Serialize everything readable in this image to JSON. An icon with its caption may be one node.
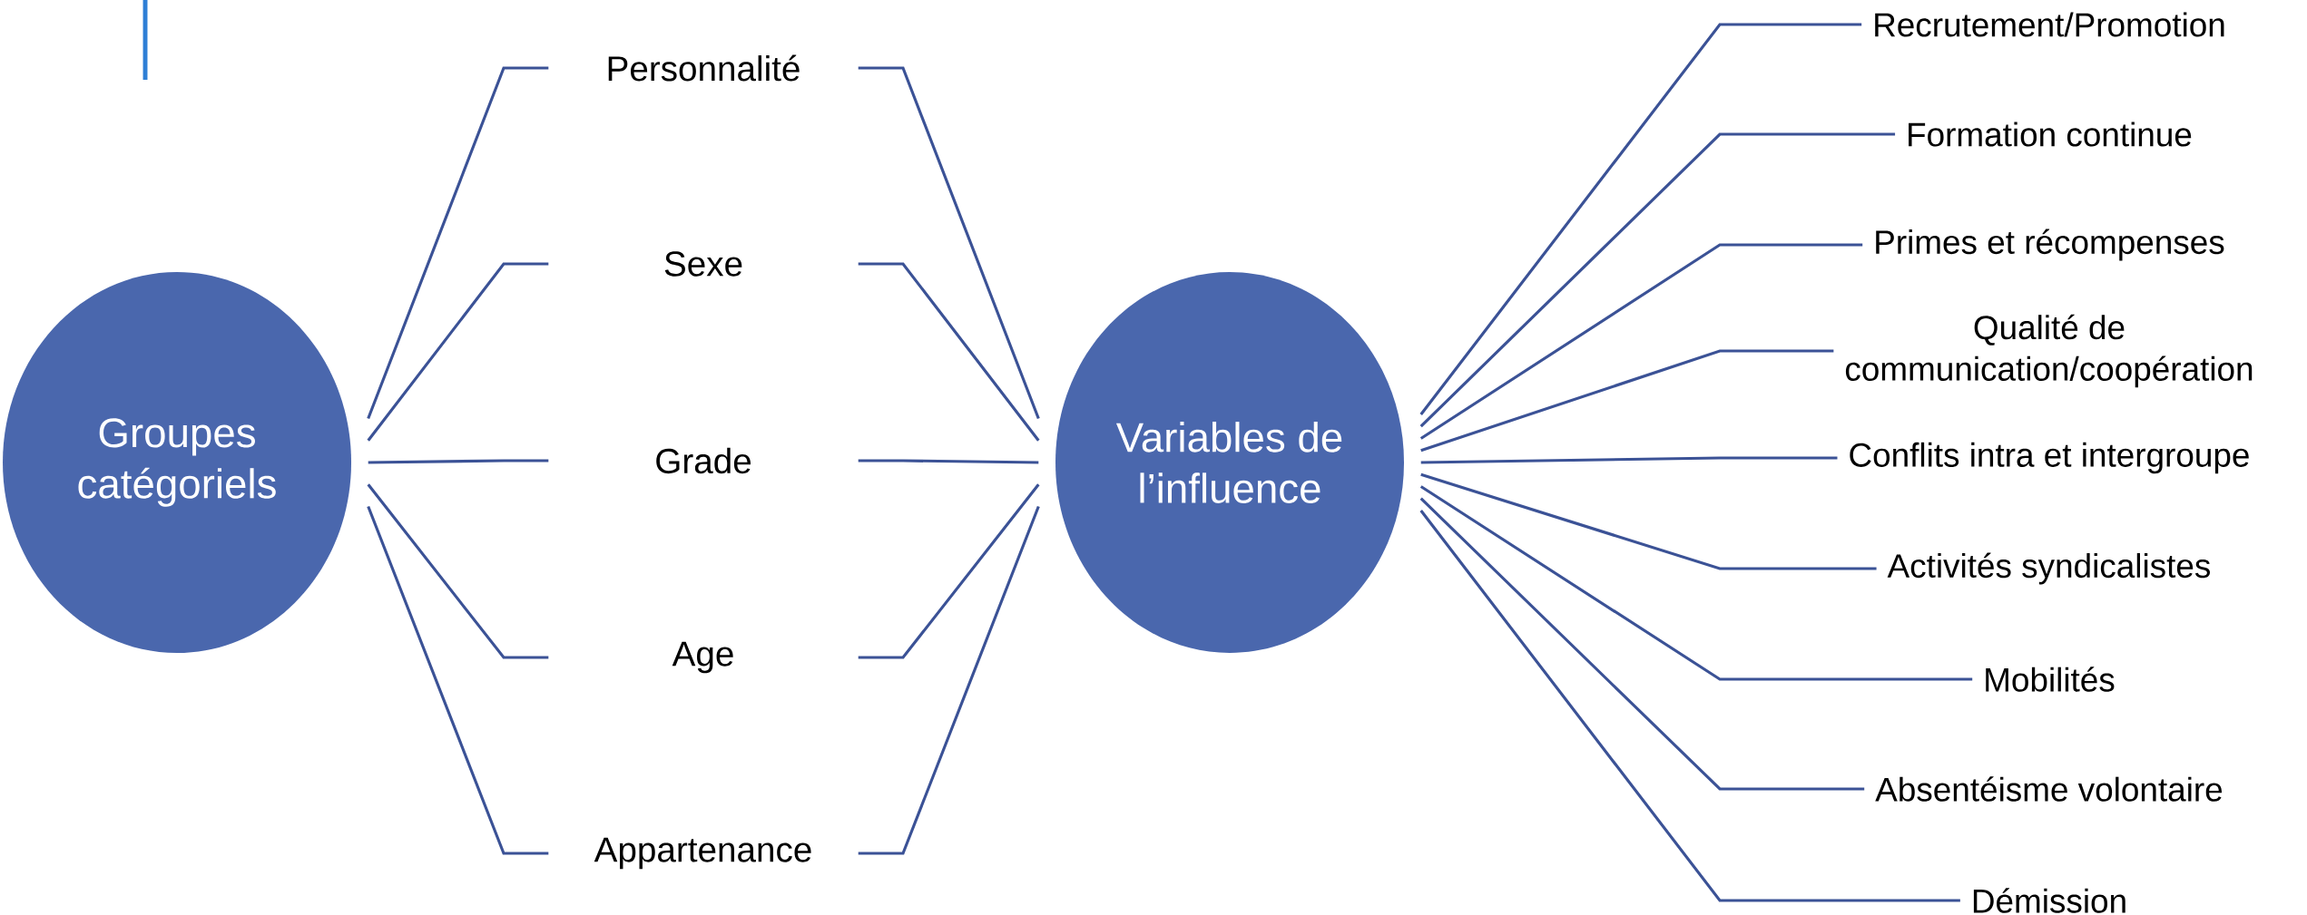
{
  "diagram": {
    "nodes": [
      {
        "text": [
          "Groupes catégoriels"
        ]
      },
      {
        "text": [
          "Personnalité"
        ]
      },
      {
        "text": [
          "Sexe"
        ]
      },
      {
        "text": [
          "Grade"
        ]
      },
      {
        "text": [
          "Age"
        ]
      },
      {
        "text": [
          "Appartenance"
        ]
      },
      {
        "text": [
          "Variables de l’influence"
        ]
      },
      {
        "text": [
          "Recrutement/Promotion"
        ]
      },
      {
        "text": [
          "Formation continue"
        ]
      },
      {
        "text": [
          "Primes et récompenses"
        ]
      },
      {
        "text": [
          "Qualité de communication/coopération"
        ]
      },
      {
        "text": [
          "Conflits intra et intergroupe"
        ]
      },
      {
        "text": [
          "Activités syndicalistes"
        ]
      },
      {
        "text": [
          "Mobilités"
        ]
      },
      {
        "text": [
          "Absentéisme volontaire"
        ]
      },
      {
        "text": [
          "Démission"
        ]
      }
    ],
    "edges": [
      {
        "from": 0,
        "to": 1,
        "arrow": "none"
      },
      {
        "from": 0,
        "to": 2,
        "arrow": "none"
      },
      {
        "from": 0,
        "to": 3,
        "arrow": "none"
      },
      {
        "from": 0,
        "to": 4,
        "arrow": "none"
      },
      {
        "from": 0,
        "to": 5,
        "arrow": "none"
      },
      {
        "from": 1,
        "to": 6,
        "arrow": "none"
      },
      {
        "from": 2,
        "to": 6,
        "arrow": "none"
      },
      {
        "from": 3,
        "to": 6,
        "arrow": "none"
      },
      {
        "from": 4,
        "to": 6,
        "arrow": "none"
      },
      {
        "from": 5,
        "to": 6,
        "arrow": "none"
      },
      {
        "from": 6,
        "to": 7,
        "arrow": "none"
      },
      {
        "from": 6,
        "to": 8,
        "arrow": "none"
      },
      {
        "from": 6,
        "to": 9,
        "arrow": "none"
      },
      {
        "from": 6,
        "to": 10,
        "arrow": "none"
      },
      {
        "from": 6,
        "to": 11,
        "arrow": "none"
      },
      {
        "from": 6,
        "to": 12,
        "arrow": "none"
      },
      {
        "from": 6,
        "to": 13,
        "arrow": "none"
      },
      {
        "from": 6,
        "to": 14,
        "arrow": "none"
      },
      {
        "from": 6,
        "to": 15,
        "arrow": "none"
      }
    ]
  }
}
